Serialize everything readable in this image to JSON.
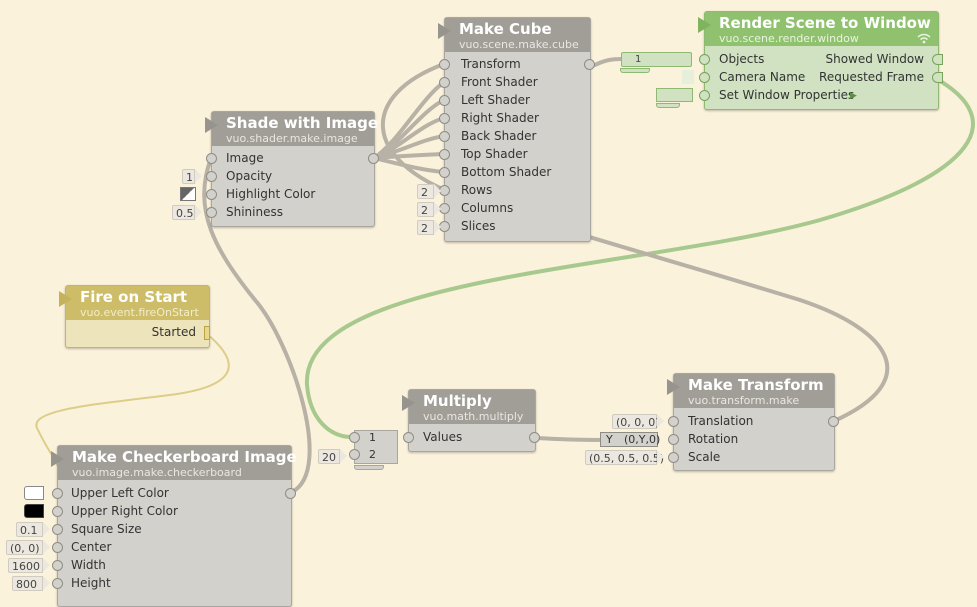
{
  "nodes": {
    "make_cube": {
      "title": "Make Cube",
      "class_name": "vuo.scene.make.cube",
      "inputs": [
        "Transform",
        "Front Shader",
        "Left Shader",
        "Right Shader",
        "Back Shader",
        "Top Shader",
        "Bottom Shader",
        "Rows",
        "Columns",
        "Slices"
      ],
      "constants": {
        "rows": "2",
        "columns": "2",
        "slices": "2"
      }
    },
    "render_scene": {
      "title": "Render Scene to Window",
      "class_name": "vuo.scene.render.window",
      "inputs": [
        "Objects",
        "Camera Name",
        "Set Window Properties"
      ],
      "outputs": [
        "Showed Window",
        "Requested Frame"
      ],
      "objects_list_count": "1"
    },
    "shade_with_image": {
      "title": "Shade with Image",
      "class_name": "vuo.shader.make.image",
      "inputs": [
        "Image",
        "Opacity",
        "Highlight Color",
        "Shininess"
      ],
      "constants": {
        "opacity": "1",
        "shininess": "0.5"
      }
    },
    "fire_on_start": {
      "title": "Fire on Start",
      "class_name": "vuo.event.fireOnStart",
      "outputs": [
        "Started"
      ]
    },
    "multiply": {
      "title": "Multiply",
      "class_name": "vuo.math.multiply",
      "inputs": [
        "Values"
      ],
      "list_items": [
        "1",
        "2"
      ],
      "constants": {
        "item2": "20"
      }
    },
    "make_transform": {
      "title": "Make Transform",
      "class_name": "vuo.transform.make",
      "inputs": [
        "Translation",
        "Rotation",
        "Scale"
      ],
      "constants": {
        "translation": "(0, 0, 0)",
        "rotation_prefix": "Y",
        "rotation_value": "(0,Y,0)",
        "scale": "(0.5, 0.5, 0.5)"
      }
    },
    "make_checkerboard": {
      "title": "Make Checkerboard Image",
      "class_name": "vuo.image.make.checkerboard",
      "inputs": [
        "Upper Left Color",
        "Upper Right Color",
        "Square Size",
        "Center",
        "Width",
        "Height"
      ],
      "constants": {
        "square_size": "0.1",
        "center": "(0, 0)",
        "width": "1600",
        "height": "800"
      }
    }
  },
  "colors": {
    "canvas": "#fbf2db",
    "node_body": "#d3d1cc",
    "node_header": "#a19e98",
    "render_node": "#8fc16e",
    "event_node": "#cdbd68",
    "data_cable": "#b7b1a6",
    "event_cable_green": "#a7c98e",
    "event_cable_yellow": "#dccd8a"
  }
}
